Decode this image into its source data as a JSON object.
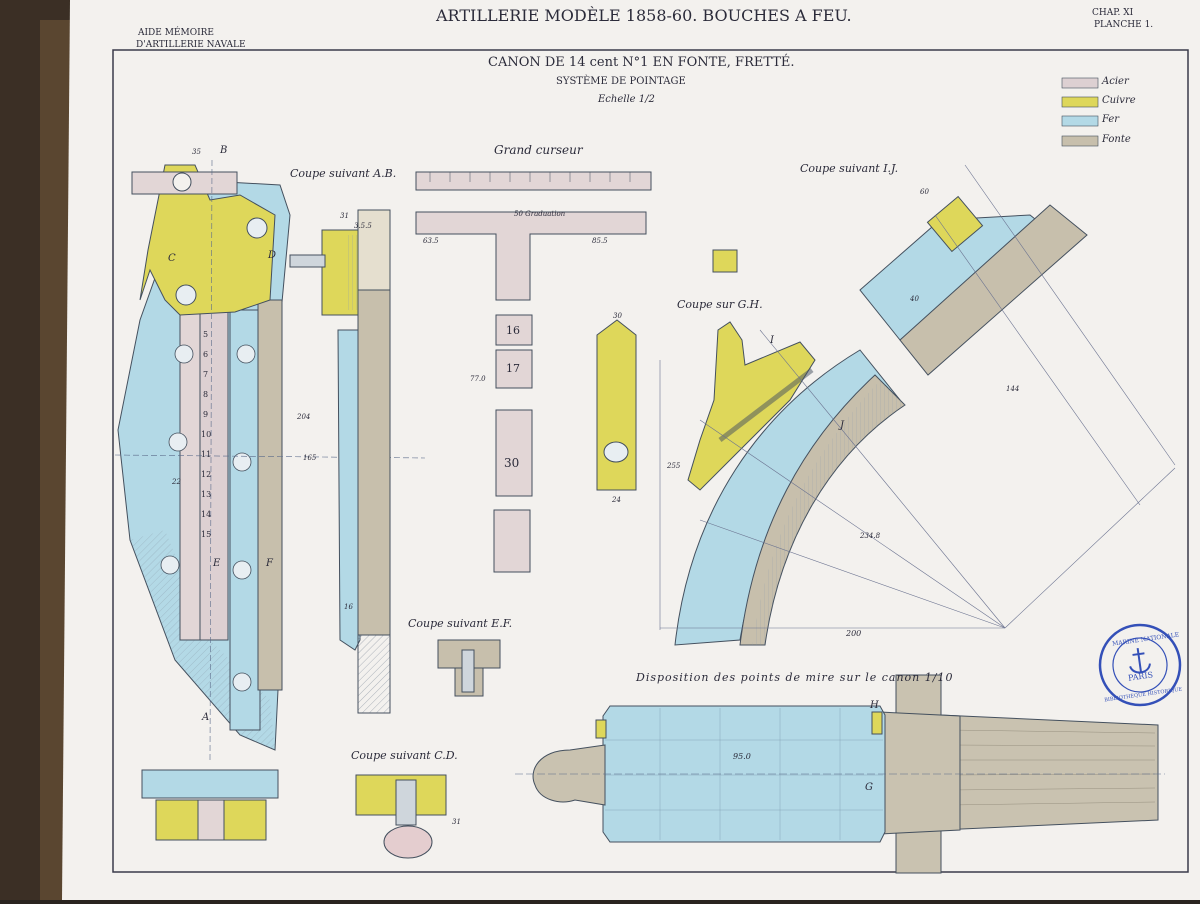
{
  "header": {
    "left_line1": "AIDE MÉMOIRE",
    "left_line2": "D'ARTILLERIE NAVALE",
    "main_title": "ARTILLERIE MODÈLE 1858-60. BOUCHES A FEU.",
    "right_line1": "CHAP. XI",
    "right_line2": "PLANCHE 1."
  },
  "plate": {
    "title": "CANON DE 14 cent N°1 EN FONTE, FRETTÉ.",
    "subtitle": "SYSTÈME DE POINTAGE",
    "scale": "Echelle 1/2"
  },
  "legend": [
    {
      "label": "Acier",
      "color": "#ddd0d2"
    },
    {
      "label": "Cuivre",
      "color": "#ded75a"
    },
    {
      "label": "Fer",
      "color": "#b3d9e6"
    },
    {
      "label": "Fonte",
      "color": "#c7bfac"
    }
  ],
  "section_labels": {
    "ab": "Coupe suivant A.B.",
    "grand_curseur": "Grand curseur",
    "ij": "Coupe suivant I.J.",
    "gh": "Coupe sur G.H.",
    "ef": "Coupe suivant E.F.",
    "cd": "Coupe suivant C.D.",
    "disposition": "Disposition des points de mire sur le canon 1/10"
  },
  "stamp": {
    "top": "MARINE NATIONALE",
    "center": "PARIS",
    "bottom": "BIBLIOTHÈQUE HISTORIQUE"
  },
  "scale_numbers": [
    "5",
    "6",
    "7",
    "8",
    "9",
    "10",
    "11",
    "12",
    "13",
    "14",
    "15"
  ],
  "curseur_numbers": [
    "16",
    "17",
    "30"
  ],
  "dimensions": [
    "35",
    "31",
    "3.5.5",
    "63.5",
    "85.5",
    "77.0",
    "16",
    "165",
    "204",
    "200",
    "40",
    "22",
    "31",
    "60",
    "30",
    "24",
    "255",
    "234.8",
    "144",
    "95.0"
  ],
  "letters": [
    "A",
    "B",
    "C",
    "D",
    "E",
    "F",
    "G",
    "H",
    "I",
    "J"
  ],
  "ruler_text": "50 Graduation"
}
